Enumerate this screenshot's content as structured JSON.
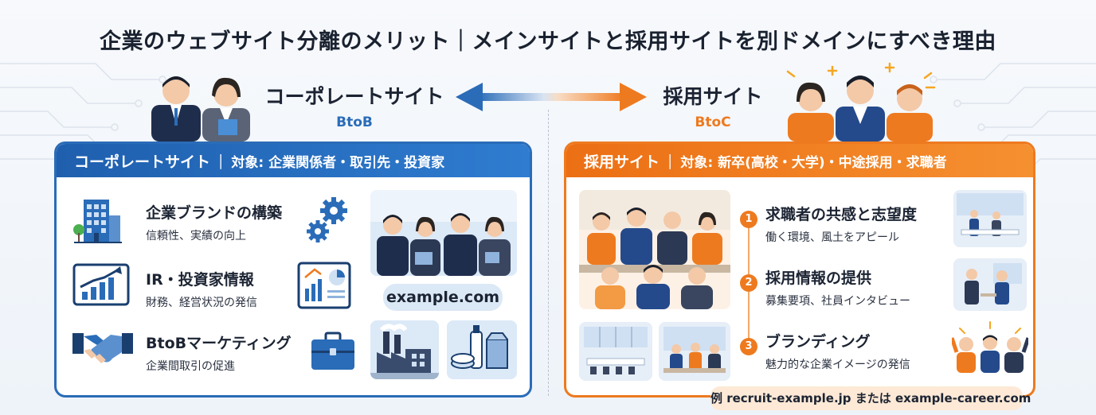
{
  "title": "企業のウェブサイト分離のメリット｜メインサイトと採用サイトを別ドメインにすべき理由",
  "colors": {
    "corporate": "#2a6cb8",
    "recruit": "#ee7a1f",
    "background": "#f2f6fb"
  },
  "corporate": {
    "label": "コーポレートサイト",
    "type": "BtoB",
    "panel_title": "コーポレートサイト",
    "separator": "|",
    "audience": "対象: 企業関係者・取引先・投資家",
    "features": [
      {
        "title": "企業ブランドの構築",
        "desc": "信頼性、実績の向上",
        "icon": "office-building-icon",
        "side_icon": "gears-icon"
      },
      {
        "title": "IR・投資家情報",
        "desc": "財務、経営状況の発信",
        "icon": "growth-chart-icon",
        "side_icon": "financial-report-icon"
      },
      {
        "title": "BtoBマーケティング",
        "desc": "企業間取引の促進",
        "icon": "handshake-icon",
        "side_icon": "briefcase-icon"
      }
    ],
    "domain": "example.com"
  },
  "recruit": {
    "label": "採用サイト",
    "type": "BtoC",
    "panel_title": "採用サイト",
    "separator": "|",
    "audience": "対象: 新卒(高校・大学)・中途採用・求職者",
    "features": [
      {
        "num": "1",
        "title": "求職者の共感と志望度",
        "desc": "働く環境、風土をアピール"
      },
      {
        "num": "2",
        "title": "採用情報の提供",
        "desc": "募集要項、社員インタビュー"
      },
      {
        "num": "3",
        "title": "ブランディング",
        "desc": "魅力的な企業イメージの発信"
      }
    ],
    "domain_example": "例 recruit-example.jp または example-career.com"
  },
  "relation_icon": "double-arrow-icon"
}
